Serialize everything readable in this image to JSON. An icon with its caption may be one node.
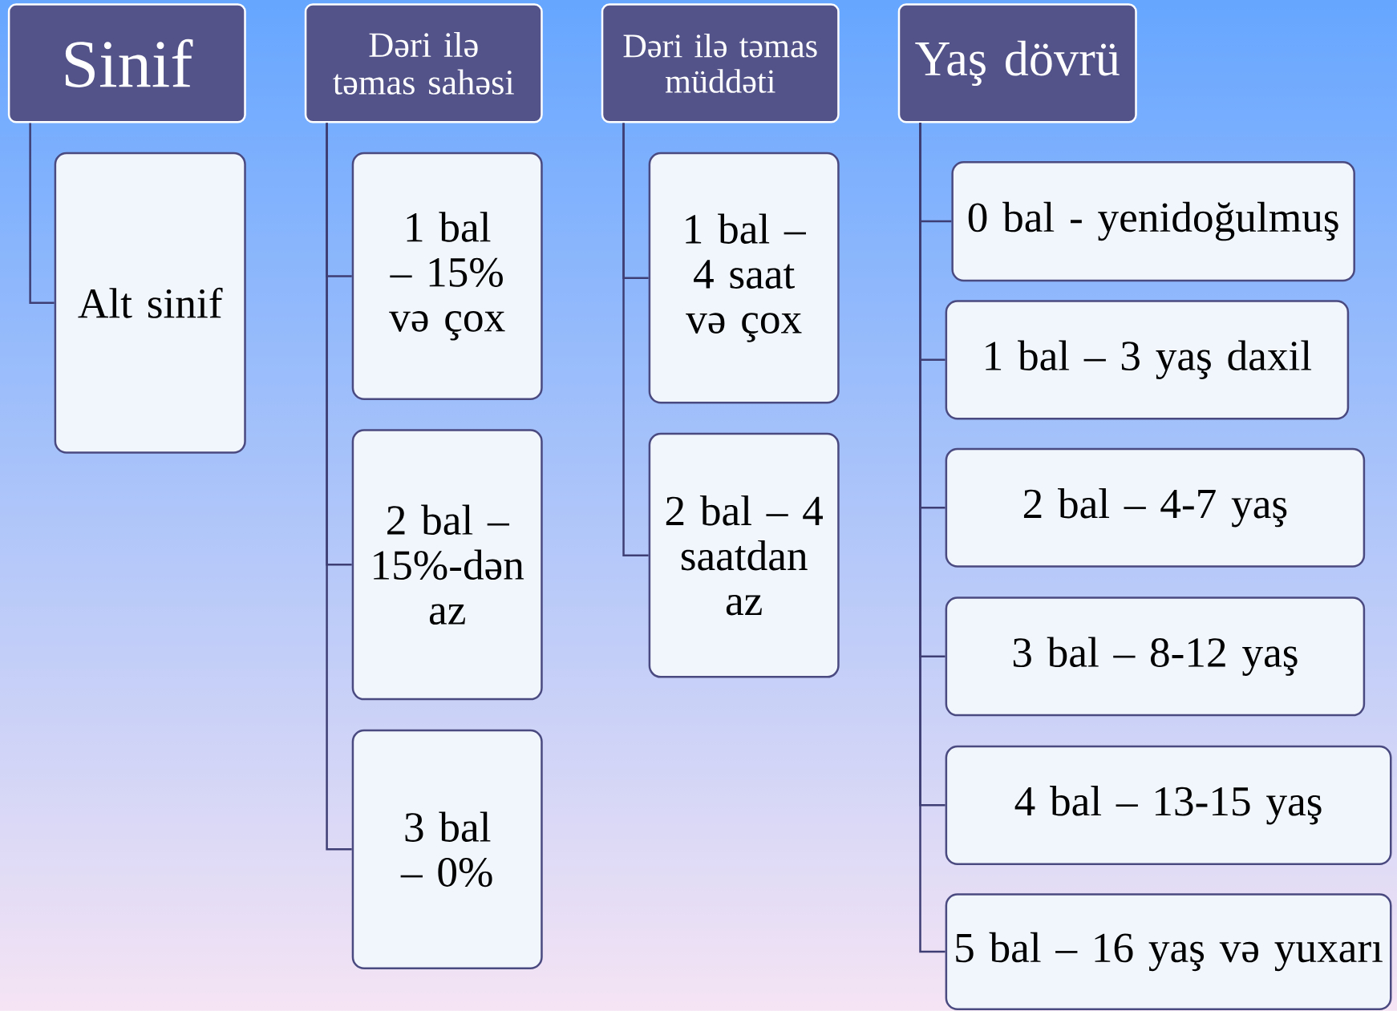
{
  "diagram": {
    "nodes": [
      {
        "text": [
          "Sinif"
        ]
      },
      {
        "text": [
          "Alt sinif"
        ]
      },
      {
        "text": [
          "Dəri ilə təmas sahəsi"
        ]
      },
      {
        "text": [
          "1 bal – 15% və çox"
        ]
      },
      {
        "text": [
          "2 bal – 15%-dən az"
        ]
      },
      {
        "text": [
          "3 bal – 0%"
        ]
      },
      {
        "text": [
          "Dəri ilə təmas müddəti"
        ]
      },
      {
        "text": [
          "1 bal – 4 saat və çox"
        ]
      },
      {
        "text": [
          "2 bal – 4 saatdan az"
        ]
      },
      {
        "text": [
          "Yaş dövrü"
        ]
      },
      {
        "text": [
          "0 bal - yenidoğulmuş"
        ]
      },
      {
        "text": [
          "1 bal – 3 yaş daxil"
        ]
      },
      {
        "text": [
          "2 bal – 4-7 yaş"
        ]
      },
      {
        "text": [
          "3 bal – 8-12 yaş"
        ]
      },
      {
        "text": [
          "4 bal – 13-15 yaş"
        ]
      },
      {
        "text": [
          "5 bal – 16 yaş və yuxarı"
        ]
      }
    ],
    "edges": [
      {
        "from": 0,
        "to": 1,
        "arrow": "none"
      },
      {
        "from": 2,
        "to": 3,
        "arrow": "none"
      },
      {
        "from": 2,
        "to": 4,
        "arrow": "none"
      },
      {
        "from": 2,
        "to": 5,
        "arrow": "none"
      },
      {
        "from": 6,
        "to": 7,
        "arrow": "none"
      },
      {
        "from": 6,
        "to": 8,
        "arrow": "none"
      },
      {
        "from": 9,
        "to": 10,
        "arrow": "none"
      },
      {
        "from": 9,
        "to": 11,
        "arrow": "none"
      },
      {
        "from": 9,
        "to": 12,
        "arrow": "none"
      },
      {
        "from": 9,
        "to": 13,
        "arrow": "none"
      },
      {
        "from": 9,
        "to": 14,
        "arrow": "none"
      },
      {
        "from": 9,
        "to": 15,
        "arrow": "none"
      }
    ]
  }
}
